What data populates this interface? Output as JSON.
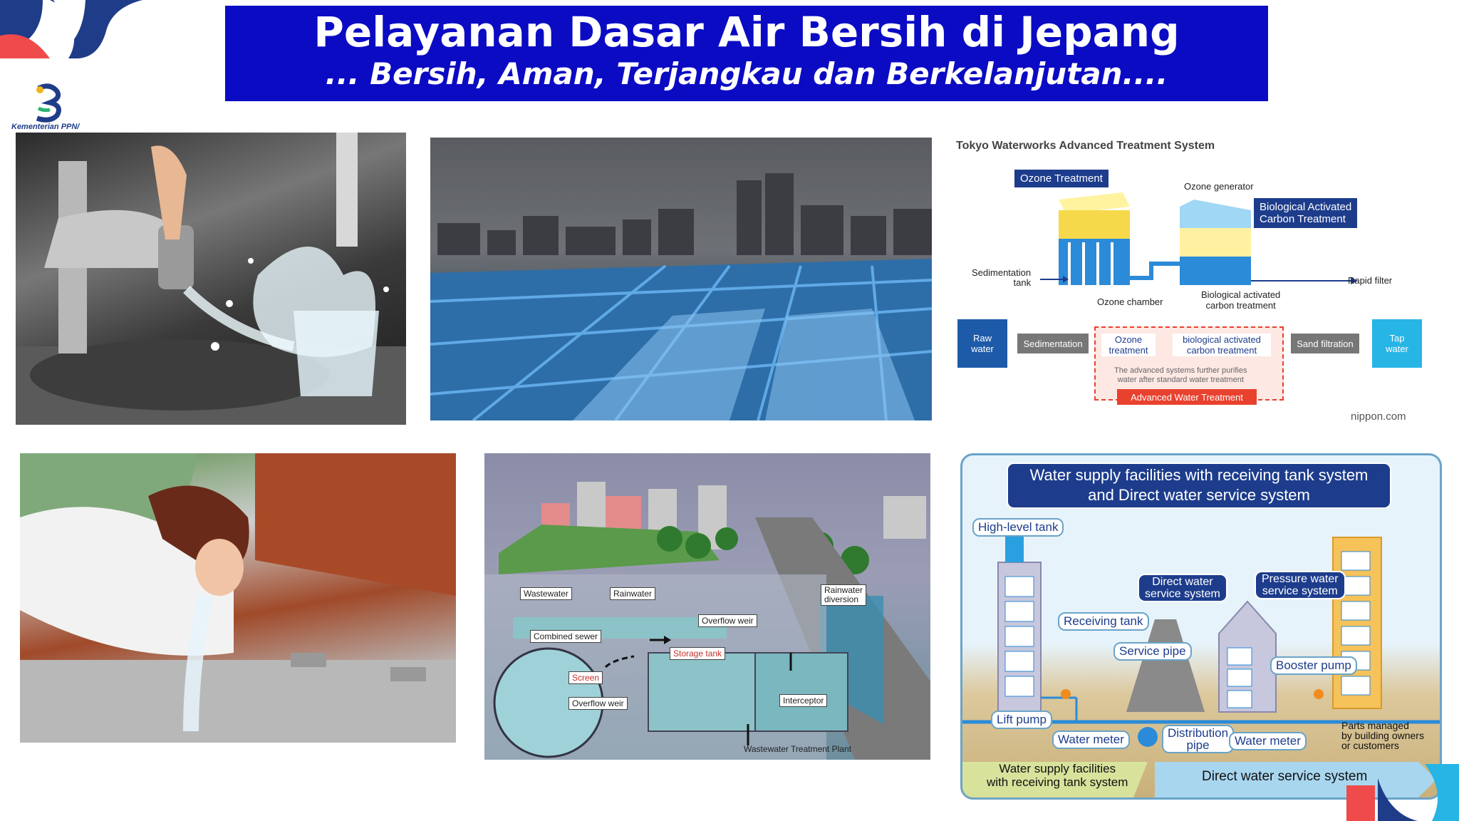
{
  "header": {
    "title": "Pelayanan Dasar Air Bersih di Jepang",
    "subtitle": "... Bersih, Aman, Terjangkau dan Berkelanjutan...."
  },
  "logo": {
    "text": "Kementerian PPN/"
  },
  "tokyo_diagram": {
    "title": "Tokyo Waterworks Advanced Treatment System",
    "ozone_treatment": "Ozone Treatment",
    "ozone_generator": "Ozone generator",
    "bio_carbon_treatment_1": "Biological Activated",
    "bio_carbon_treatment_2": "Carbon Treatment",
    "sedimentation_tank_1": "Sedimentation",
    "sedimentation_tank_2": "tank",
    "rapid_filter": "Rapid filter",
    "ozone_chamber": "Ozone chamber",
    "bio_activated_1": "Biological activated",
    "bio_activated_2": "carbon treatment",
    "raw_water_1": "Raw",
    "raw_water_2": "water",
    "sedimentation": "Sedimentation",
    "ozone_step_1": "Ozone",
    "ozone_step_2": "treatment",
    "bio_step_1": "biological activated",
    "bio_step_2": "carbon treatment",
    "sand_filtration": "Sand filtration",
    "tap_water_1": "Tap",
    "tap_water_2": "water",
    "note_1": "The advanced systems further purifies",
    "note_2": "water after standard water treatment",
    "advanced_label": "Advanced Water Treatment",
    "source": "nippon.com"
  },
  "sewer_diagram": {
    "wastewater": "Wastewater",
    "rainwater": "Rainwater",
    "rainwater_diversion_1": "Rainwater",
    "rainwater_diversion_2": "diversion",
    "overflow_weir": "Overflow weir",
    "combined_sewer": "Combined sewer",
    "storage_tank": "Storage tank",
    "screen": "Screen",
    "overflow_weir_2": "Overflow weir",
    "interceptor": "Interceptor",
    "plant": "Wastewater Treatment Plant"
  },
  "supply_diagram": {
    "title_1": "Water supply facilities with receiving tank system",
    "title_2": "and Direct water service system",
    "high_level_tank": "High-level tank",
    "direct_service_1": "Direct water",
    "direct_service_2": "service system",
    "pressure_service_1": "Pressure water",
    "pressure_service_2": "service system",
    "receiving_tank": "Receiving tank",
    "service_pipe": "Service pipe",
    "booster_pump": "Booster pump",
    "lift_pump": "Lift pump",
    "water_meter_1": "Water meter",
    "distribution_pipe_1": "Distribution",
    "distribution_pipe_2": "pipe",
    "water_meter_2": "Water meter",
    "parts_1": "Parts managed",
    "parts_2": "by building owners",
    "parts_3": "or customers",
    "footer_left_1": "Water supply facilities",
    "footer_left_2": "with receiving tank system",
    "footer_right": "Direct water service system"
  },
  "colors": {
    "banner": "#0b0bc4",
    "navy": "#1d3d8c",
    "flow_gray": "#777777",
    "advanced_red": "#e8412e",
    "tap_blue": "#27b5e6"
  }
}
